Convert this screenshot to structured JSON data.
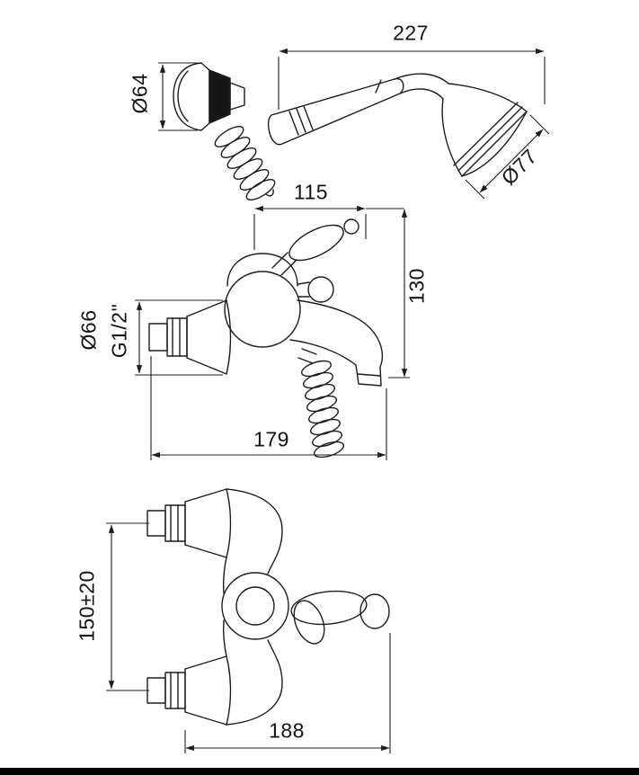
{
  "page": {
    "background_color": "#ffffff",
    "line_color": "#1c1c1c",
    "footer_bar_color": "#000000"
  },
  "drawing": {
    "views": [
      {
        "id": "handshower",
        "dimensions": {
          "overall_width": "227",
          "holder_diameter": "Ø64",
          "head_diameter": "Ø77"
        }
      },
      {
        "id": "mixer-side",
        "dimensions": {
          "body_width": "115",
          "height": "130",
          "escutcheon_diameter": "Ø66",
          "connection_thread": "G1/2\"",
          "depth": "179"
        }
      },
      {
        "id": "mixer-front",
        "dimensions": {
          "connection_centres": "150±20",
          "overall_width": "188"
        }
      }
    ]
  }
}
